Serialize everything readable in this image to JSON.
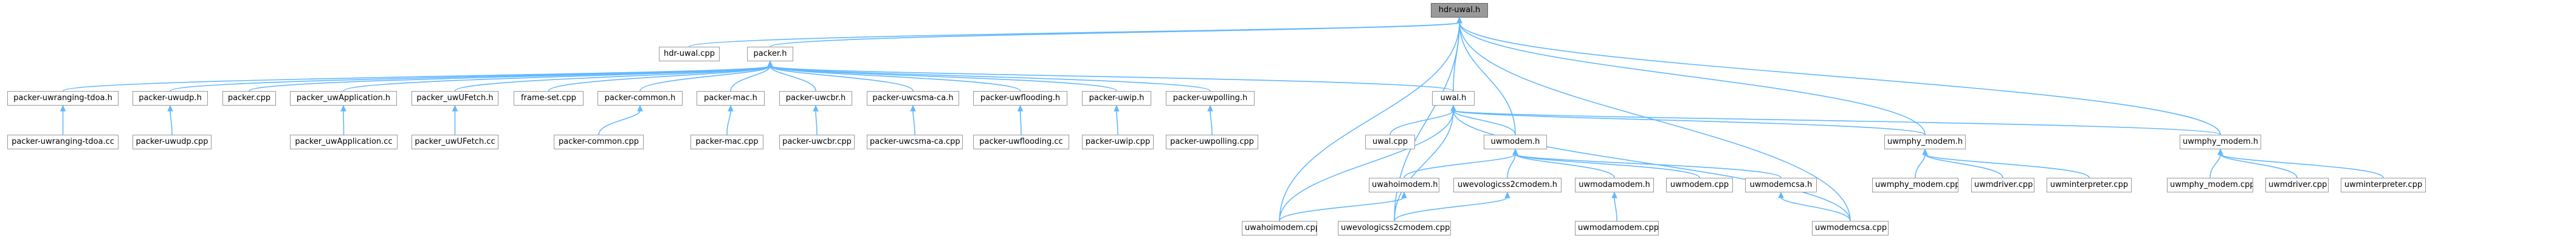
{
  "graph": {
    "colors": {
      "edge": "#63b8ff",
      "node_border": "#999999",
      "root_fill": "#999999",
      "node_fill": "#ffffff"
    },
    "nodes": [
      {
        "id": "hdr-uwal-h",
        "label": "hdr-uwal.h",
        "root": true
      },
      {
        "id": "hdr-uwal-cpp",
        "label": "hdr-uwal.cpp"
      },
      {
        "id": "packer-h",
        "label": "packer.h"
      },
      {
        "id": "packer-uwranging-tdoa-h",
        "label": "packer-uwranging-tdoa.h"
      },
      {
        "id": "packer-uwudp-h",
        "label": "packer-uwudp.h"
      },
      {
        "id": "packer-cpp",
        "label": "packer.cpp"
      },
      {
        "id": "packer-uwapplication-h",
        "label": "packer_uwApplication.h"
      },
      {
        "id": "packer-uwufetch-h",
        "label": "packer_uwUFetch.h"
      },
      {
        "id": "frame-set-cpp",
        "label": "frame-set.cpp"
      },
      {
        "id": "packer-common-h",
        "label": "packer-common.h"
      },
      {
        "id": "packer-mac-h",
        "label": "packer-mac.h"
      },
      {
        "id": "packer-uwcbr-h",
        "label": "packer-uwcbr.h"
      },
      {
        "id": "packer-uwcsma-ca-h",
        "label": "packer-uwcsma-ca.h"
      },
      {
        "id": "packer-uwflooding-h",
        "label": "packer-uwflooding.h"
      },
      {
        "id": "packer-uwip-h",
        "label": "packer-uwip.h"
      },
      {
        "id": "packer-uwpolling-h",
        "label": "packer-uwpolling.h"
      },
      {
        "id": "uwal-h",
        "label": "uwal.h"
      },
      {
        "id": "uwmphy-modem-h-1",
        "label": "uwmphy_modem.h"
      },
      {
        "id": "uwmphy-modem-h-2",
        "label": "uwmphy_modem.h"
      },
      {
        "id": "packer-uwranging-tdoa-cc",
        "label": "packer-uwranging-tdoa.cc"
      },
      {
        "id": "packer-uwudp-cpp",
        "label": "packer-uwudp.cpp"
      },
      {
        "id": "packer-uwapplication-cc",
        "label": "packer_uwApplication.cc"
      },
      {
        "id": "packer-uwufetch-cc",
        "label": "packer_uwUFetch.cc"
      },
      {
        "id": "packer-common-cpp",
        "label": "packer-common.cpp"
      },
      {
        "id": "packer-mac-cpp",
        "label": "packer-mac.cpp"
      },
      {
        "id": "packer-uwcbr-cpp",
        "label": "packer-uwcbr.cpp"
      },
      {
        "id": "packer-uwcsma-ca-cpp",
        "label": "packer-uwcsma-ca.cpp"
      },
      {
        "id": "packer-uwflooding-cc",
        "label": "packer-uwflooding.cc"
      },
      {
        "id": "packer-uwip-cpp",
        "label": "packer-uwip.cpp"
      },
      {
        "id": "packer-uwpolling-cpp",
        "label": "packer-uwpolling.cpp"
      },
      {
        "id": "uwal-cpp",
        "label": "uwal.cpp"
      },
      {
        "id": "uwmodem-h",
        "label": "uwmodem.h"
      },
      {
        "id": "uwmphy-modem-cpp-1",
        "label": "uwmphy_modem.cpp"
      },
      {
        "id": "uwmdriver-cpp-1",
        "label": "uwmdriver.cpp"
      },
      {
        "id": "uwminterpreter-cpp-1",
        "label": "uwminterpreter.cpp"
      },
      {
        "id": "uwmphy-modem-cpp-2",
        "label": "uwmphy_modem.cpp"
      },
      {
        "id": "uwmdriver-cpp-2",
        "label": "uwmdriver.cpp"
      },
      {
        "id": "uwminterpreter-cpp-2",
        "label": "uwminterpreter.cpp"
      },
      {
        "id": "uwahoimodem-h",
        "label": "uwahoimodem.h"
      },
      {
        "id": "uwevologicss2cmodem-h",
        "label": "uwevologicss2cmodem.h"
      },
      {
        "id": "uwmodamodem-h",
        "label": "uwmodamodem.h"
      },
      {
        "id": "uwmodem-cpp",
        "label": "uwmodem.cpp"
      },
      {
        "id": "uwmodemcsa-h",
        "label": "uwmodemcsa.h"
      },
      {
        "id": "uwmodamodem-cpp",
        "label": "uwmodamodem.cpp"
      },
      {
        "id": "uwahoimodem-cpp",
        "label": "uwahoimodem.cpp"
      },
      {
        "id": "uwevologicss2cmodem-cpp",
        "label": "uwevologicss2cmodem.cpp"
      },
      {
        "id": "uwmodemcsa-cpp",
        "label": "uwmodemcsa.cpp"
      }
    ],
    "edges": [
      [
        "hdr-uwal-h",
        "hdr-uwal-cpp"
      ],
      [
        "hdr-uwal-h",
        "packer-h"
      ],
      [
        "hdr-uwal-h",
        "uwal-h"
      ],
      [
        "hdr-uwal-h",
        "uwmodem-h"
      ],
      [
        "hdr-uwal-h",
        "uwmphy-modem-h-1"
      ],
      [
        "hdr-uwal-h",
        "uwmphy-modem-h-2"
      ],
      [
        "hdr-uwal-h",
        "uwahoimodem-cpp"
      ],
      [
        "hdr-uwal-h",
        "uwevologicss2cmodem-cpp"
      ],
      [
        "hdr-uwal-h",
        "uwmodemcsa-cpp"
      ],
      [
        "packer-h",
        "packer-uwranging-tdoa-h"
      ],
      [
        "packer-h",
        "packer-uwudp-h"
      ],
      [
        "packer-h",
        "packer-cpp"
      ],
      [
        "packer-h",
        "packer-uwapplication-h"
      ],
      [
        "packer-h",
        "packer-uwufetch-h"
      ],
      [
        "packer-h",
        "frame-set-cpp"
      ],
      [
        "packer-h",
        "packer-common-h"
      ],
      [
        "packer-h",
        "packer-mac-h"
      ],
      [
        "packer-h",
        "packer-uwcbr-h"
      ],
      [
        "packer-h",
        "packer-uwcsma-ca-h"
      ],
      [
        "packer-h",
        "packer-uwflooding-h"
      ],
      [
        "packer-h",
        "packer-uwip-h"
      ],
      [
        "packer-h",
        "packer-uwpolling-h"
      ],
      [
        "packer-h",
        "uwal-h"
      ],
      [
        "packer-uwranging-tdoa-h",
        "packer-uwranging-tdoa-cc"
      ],
      [
        "packer-uwudp-h",
        "packer-uwudp-cpp"
      ],
      [
        "packer-uwapplication-h",
        "packer-uwapplication-cc"
      ],
      [
        "packer-uwufetch-h",
        "packer-uwufetch-cc"
      ],
      [
        "packer-common-h",
        "packer-common-cpp"
      ],
      [
        "packer-mac-h",
        "packer-mac-cpp"
      ],
      [
        "packer-uwcbr-h",
        "packer-uwcbr-cpp"
      ],
      [
        "packer-uwcsma-ca-h",
        "packer-uwcsma-ca-cpp"
      ],
      [
        "packer-uwflooding-h",
        "packer-uwflooding-cc"
      ],
      [
        "packer-uwip-h",
        "packer-uwip-cpp"
      ],
      [
        "packer-uwpolling-h",
        "packer-uwpolling-cpp"
      ],
      [
        "uwal-h",
        "uwal-cpp"
      ],
      [
        "uwal-h",
        "uwmodem-h"
      ],
      [
        "uwal-h",
        "uwmphy-modem-h-1"
      ],
      [
        "uwal-h",
        "uwmphy-modem-h-2"
      ],
      [
        "uwal-h",
        "uwahoimodem-cpp"
      ],
      [
        "uwal-h",
        "uwevologicss2cmodem-cpp"
      ],
      [
        "uwal-h",
        "uwmodemcsa-cpp"
      ],
      [
        "uwmphy-modem-h-1",
        "uwmphy-modem-cpp-1"
      ],
      [
        "uwmphy-modem-h-1",
        "uwmdriver-cpp-1"
      ],
      [
        "uwmphy-modem-h-1",
        "uwminterpreter-cpp-1"
      ],
      [
        "uwmphy-modem-h-2",
        "uwmphy-modem-cpp-2"
      ],
      [
        "uwmphy-modem-h-2",
        "uwmdriver-cpp-2"
      ],
      [
        "uwmphy-modem-h-2",
        "uwminterpreter-cpp-2"
      ],
      [
        "uwmodem-h",
        "uwahoimodem-h"
      ],
      [
        "uwmodem-h",
        "uwevologicss2cmodem-h"
      ],
      [
        "uwmodem-h",
        "uwmodamodem-h"
      ],
      [
        "uwmodem-h",
        "uwmodem-cpp"
      ],
      [
        "uwmodem-h",
        "uwmodemcsa-h"
      ],
      [
        "uwahoimodem-h",
        "uwahoimodem-cpp"
      ],
      [
        "uwevologicss2cmodem-h",
        "uwevologicss2cmodem-cpp"
      ],
      [
        "uwmodamodem-h",
        "uwmodamodem-cpp"
      ],
      [
        "uwmodemcsa-h",
        "uwmodemcsa-cpp"
      ]
    ]
  }
}
